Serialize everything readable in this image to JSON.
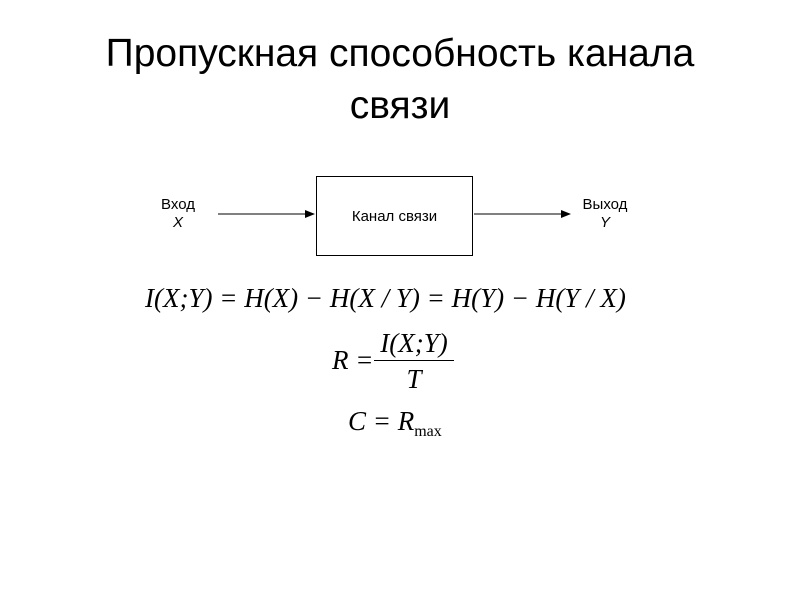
{
  "title": {
    "line1": "Пропускная способность канала",
    "line2": "связи"
  },
  "diagram": {
    "input": {
      "label": "Вход",
      "var": "X"
    },
    "channel": {
      "label": "Канал связи"
    },
    "output": {
      "label": "Выход",
      "var": "Y"
    }
  },
  "formulas": {
    "mutual_information": "I(X;Y) = H(X) − H(X / Y) = H(Y) − H(Y / X)",
    "rate": {
      "lhs": "R =",
      "numerator": "I(X;Y)",
      "denominator": "T"
    },
    "capacity": {
      "lhs": "C = R",
      "subscript": "max"
    }
  }
}
